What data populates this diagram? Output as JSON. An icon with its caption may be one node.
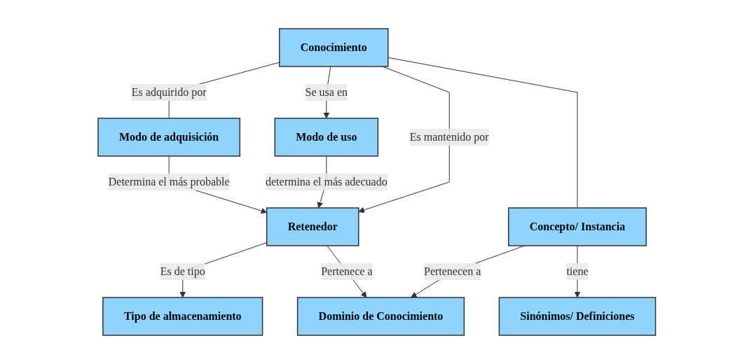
{
  "diagram": {
    "nodes": [
      {
        "text": [
          "Retenedor"
        ]
      },
      {
        "text": [
          "Modo de uso"
        ]
      },
      {
        "text": [
          "Conocimiento"
        ]
      },
      {
        "text": [
          "Modo de adquisición"
        ]
      },
      {
        "text": [
          "Dominio de Conocimiento"
        ]
      },
      {
        "text": [
          "Tipo de almacenamiento"
        ]
      },
      {
        "text": [
          "Concepto/ Instancia"
        ]
      },
      {
        "text": [
          "Sinónimos/ Definiciones"
        ]
      }
    ],
    "edges": [
      {
        "from": 3,
        "to": 0,
        "arrow": "to",
        "label": "Determina el más probable"
      },
      {
        "from": 1,
        "to": 0,
        "arrow": "to",
        "label": "determina el más adecuado"
      },
      {
        "from": 2,
        "to": 1,
        "arrow": "to",
        "label": "Se usa en"
      },
      {
        "from": 2,
        "to": 0,
        "arrow": "to",
        "label": "Es mantenido por"
      },
      {
        "from": 2,
        "to": 3,
        "arrow": "none",
        "label": "Es adquirido por"
      },
      {
        "from": 0,
        "to": 5,
        "arrow": "to",
        "label": "Es de tipo"
      },
      {
        "from": 0,
        "to": 4,
        "arrow": "to",
        "label": "Pertenece a"
      },
      {
        "from": 2,
        "to": 6,
        "arrow": "none"
      },
      {
        "from": 6,
        "to": 4,
        "arrow": "to",
        "label": "Pertenecen a"
      },
      {
        "from": 6,
        "to": 7,
        "arrow": "to",
        "label": "tiene"
      }
    ]
  }
}
